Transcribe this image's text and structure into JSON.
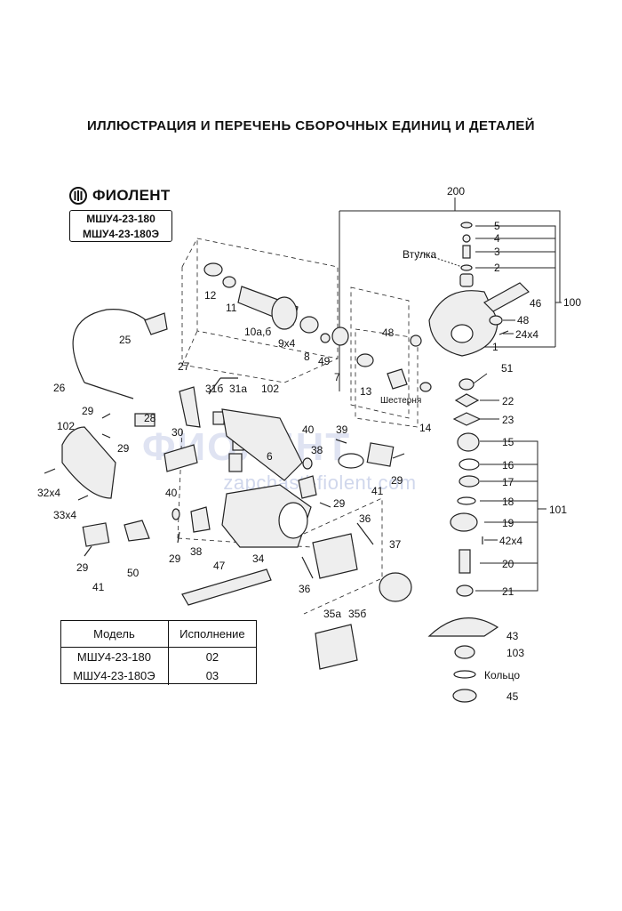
{
  "page": {
    "title": "ИЛЛЮСТРАЦИЯ И ПЕРЕЧЕНЬ СБОРОЧНЫХ ЕДИНИЦ И ДЕТАЛЕЙ"
  },
  "brand": {
    "name": "ФИОЛЕНТ",
    "models": [
      "МШУ4-23-180",
      "МШУ4-23-180Э"
    ]
  },
  "watermark": {
    "logo_text": "ФИОЛЕНТ",
    "url": "zapchasti-fiolent.com",
    "color": "#8c9bd2"
  },
  "labels": {
    "l200": "200",
    "l5": "5",
    "l4": "4",
    "l3": "3",
    "l2": "2",
    "l46": "46",
    "l100": "100",
    "l48b": "48",
    "l24x4": "24x4",
    "l1": "1",
    "vtulka": "Втулка",
    "l12": "12",
    "l11": "11",
    "l10ab": "10а,б",
    "l9x4": "9x4",
    "l8": "8",
    "l49": "49",
    "l7": "7",
    "l48a": "48",
    "l13": "13",
    "shesternya": "Шестерня",
    "l14": "14",
    "l51": "51",
    "l22": "22",
    "l23": "23",
    "l15": "15",
    "l16": "16",
    "l17": "17",
    "l18": "18",
    "l19": "19",
    "l101": "101",
    "l42x4": "42x4",
    "l20": "20",
    "l21": "21",
    "l25": "25",
    "l26": "26",
    "l27": "27",
    "l31b": "31б",
    "l31a": "31а",
    "l102a": "102",
    "l28": "28",
    "l29a": "29",
    "l29b": "29",
    "l30": "30",
    "l102b": "102",
    "l6": "6",
    "l40a": "40",
    "l38a": "38",
    "l39": "39",
    "l29c": "29",
    "l41a": "41",
    "l29d": "29",
    "l32x4": "32x4",
    "l33x4": "33x4",
    "l40b": "40",
    "l36a": "36",
    "l37": "37",
    "l38b": "38",
    "l29e": "29",
    "l34": "34",
    "l36b": "36",
    "l47": "47",
    "l29f": "29",
    "l50": "50",
    "l41b": "41",
    "l35a": "35а",
    "l35b": "35б",
    "l43": "43",
    "l103": "103",
    "koltso": "Кольцо",
    "l45": "45"
  },
  "table": {
    "headers": [
      "Модель",
      "Исполнение"
    ],
    "rows": [
      [
        "МШУ4-23-180",
        "02"
      ],
      [
        "МШУ4-23-180Э",
        "03"
      ]
    ]
  }
}
